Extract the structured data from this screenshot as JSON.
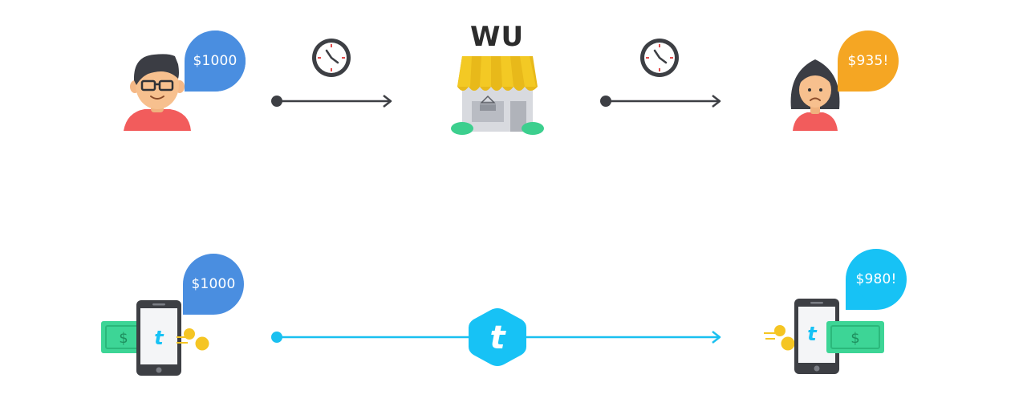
{
  "top_row": {
    "sender_amount": "$1000",
    "store_logo": "WU",
    "receiver_amount": "$935!"
  },
  "bottom_row": {
    "sender_amount": "$1000",
    "receiver_amount": "$980!",
    "app_letter": "t",
    "currency_symbol": "$"
  },
  "colors": {
    "blue_bubble": "#4a8ee0",
    "orange_bubble": "#f5a623",
    "cyan_bubble": "#17c2f5",
    "cyan_arrow": "#1ac0f0",
    "dark_arrow": "#3d3f44",
    "awning_yellow": "#f3c924",
    "cash_green": "#3dd596",
    "coin_gold": "#f5c523"
  },
  "icons": [
    "man-avatar-icon",
    "woman-avatar-icon",
    "clock-icon",
    "store-icon",
    "phone-icon",
    "cash-icon",
    "coins-icon",
    "t-hexagon-logo-icon"
  ]
}
